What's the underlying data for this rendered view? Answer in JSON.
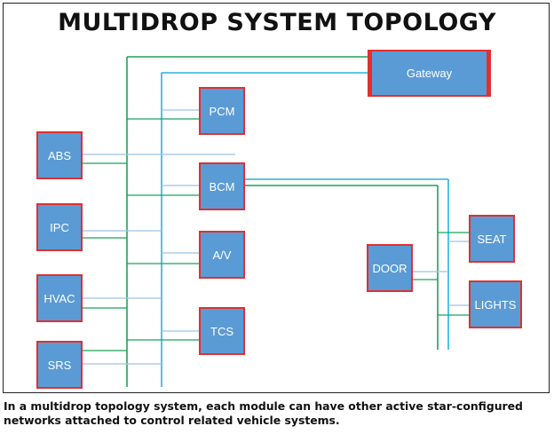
{
  "title": "MULTIDROP SYSTEM TOPOLOGY",
  "modules": {
    "gateway": "Gateway",
    "pcm": "PCM",
    "abs": "ABS",
    "bcm": "BCM",
    "ipc": "IPC",
    "av": "A/V",
    "hvac": "HVAC",
    "tcs": "TCS",
    "srs": "SRS",
    "door": "DOOR",
    "seat": "SEAT",
    "lights": "LIGHTS"
  },
  "caption": "In a multidrop topology system, each module can have other active star-configured networks attached to control related vehicle systems.",
  "colors": {
    "module_fill": "#5b9bd5",
    "module_border": "#e03030",
    "bus_green": "#1aa35a",
    "bus_blue": "#2bb0e0",
    "stub_blue": "#9cc3e6"
  }
}
